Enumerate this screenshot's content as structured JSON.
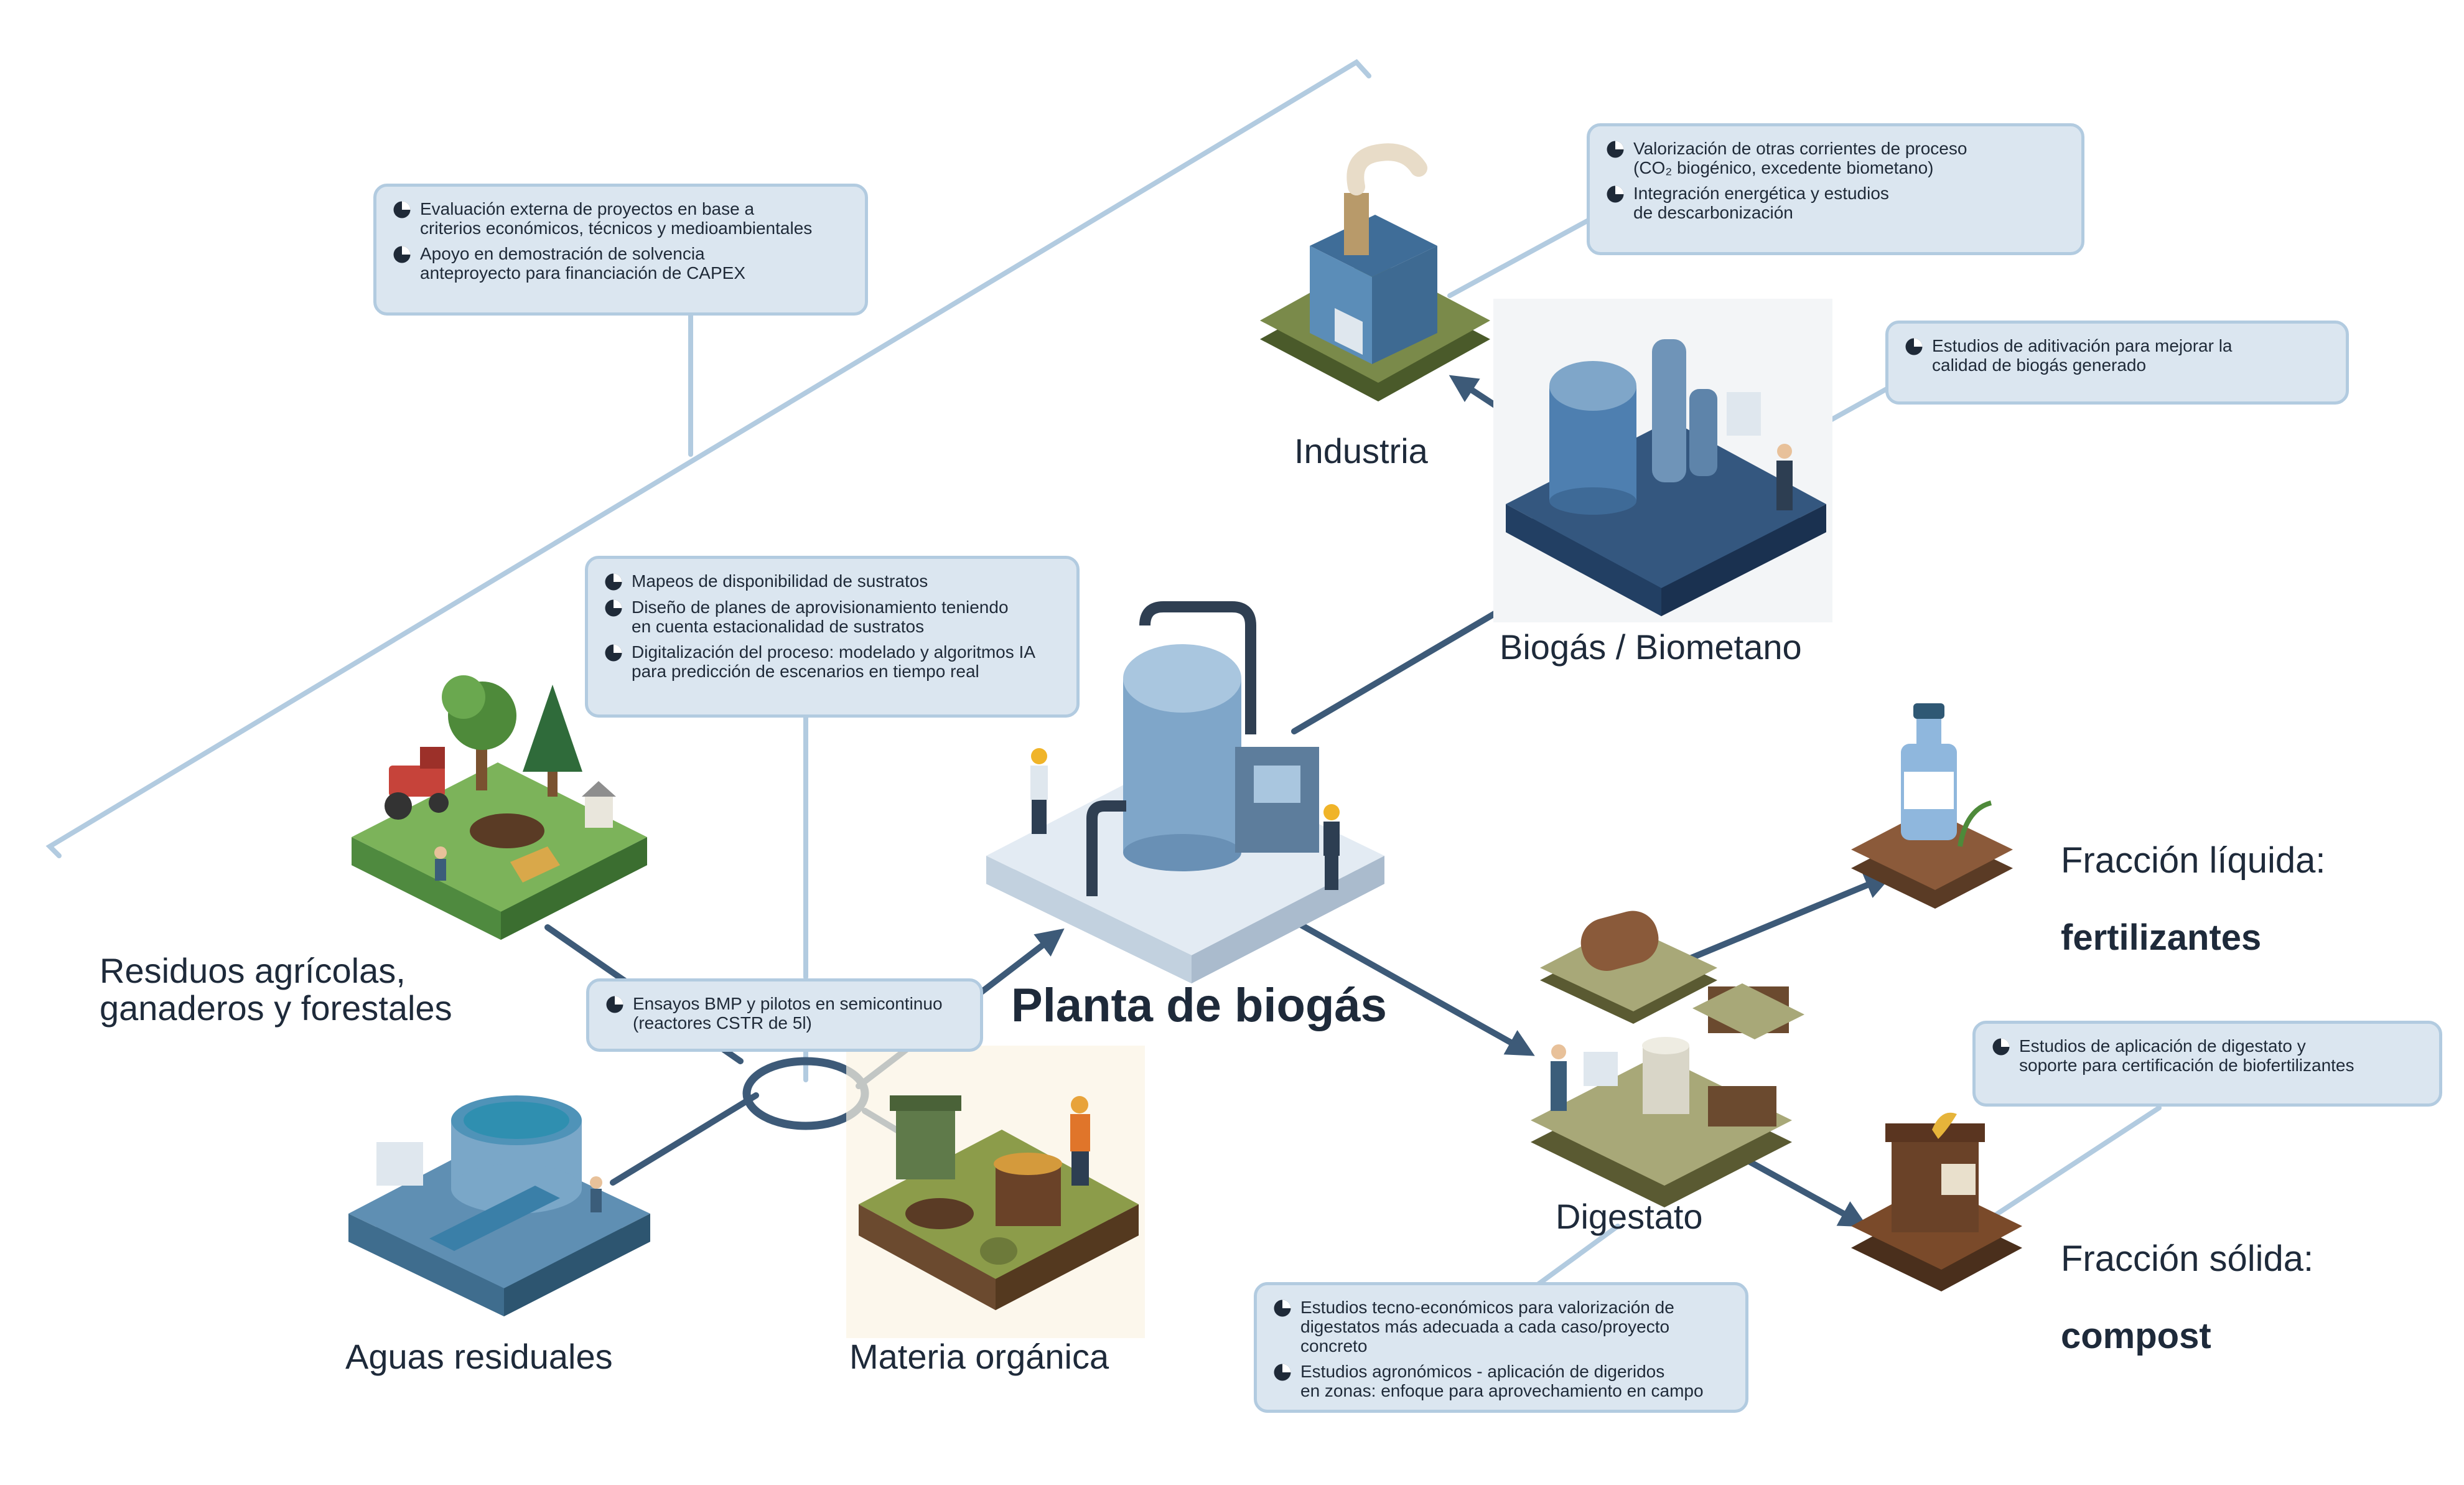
{
  "labels": {
    "residuos": "Residuos agrícolas,\nganaderos y forestales",
    "aguas": "Aguas residuales",
    "materia": "Materia orgánica",
    "planta": "Planta de biogás",
    "industria": "Industria",
    "biogas": "Biogás / Biometano",
    "digestato": "Digestato",
    "liquida_1": "Fracción líquida:",
    "liquida_2": "fertilizantes",
    "solida_1": "Fracción sólida:",
    "solida_2": "compost"
  },
  "boxes": {
    "evaluacion": [
      "Evaluación externa de proyectos en base a\ncriterios económicos, técnicos y medioambientales",
      "Apoyo en demostración de solvencia\nanteproyecto para financiación de CAPEX"
    ],
    "mapeos": [
      "Mapeos de disponibilidad de sustratos",
      "Diseño de planes de aprovisionamiento teniendo\nen cuenta estacionalidad de sustratos",
      "Digitalización del proceso: modelado y algoritmos IA\npara predicción de escenarios en tiempo real"
    ],
    "ensayos": [
      "Ensayos BMP y pilotos en semicontinuo\n(reactores CSTR de 5l)"
    ],
    "valorizacion": [
      "Valorización de otras corrientes de proceso\n(CO₂ biogénico, excedente biometano)",
      "Integración energética y estudios\nde descarbonización"
    ],
    "aditivacion": [
      "Estudios de aditivación para mejorar la\ncalidad de biogás generado"
    ],
    "aplicacion": [
      "Estudios de aplicación de digestato y\nsoporte para certificación de biofertilizantes"
    ],
    "tecno": [
      "Estudios tecno-económicos para valorización de\ndigestatos más adecuada a cada caso/proyecto concreto",
      "Estudios agronómicos - aplicación de digeridos\nen zonas: enfoque para aprovechamiento en campo"
    ]
  },
  "icon_names": [
    "pie-chart-icon",
    "tractor-icon",
    "tree-icon",
    "water-tank-icon",
    "compost-bin-icon",
    "worker-icon",
    "factory-icon",
    "biogas-tank-icon",
    "fertilizer-bottle-icon",
    "compost-container-icon",
    "digestate-tank-icon"
  ],
  "colors": {
    "line": "#b2cbe0",
    "box_fill": "#dbe6f0",
    "arrow": "#3d5a78",
    "text": "#1e2a3a"
  }
}
